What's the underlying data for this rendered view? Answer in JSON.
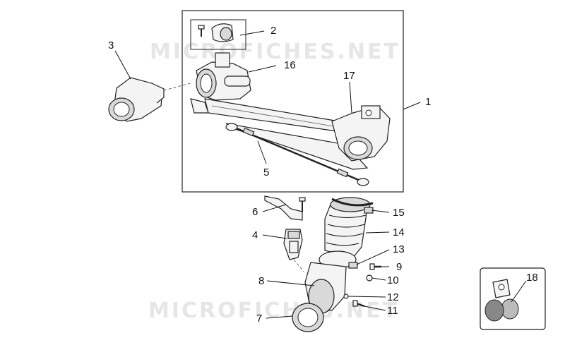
{
  "watermark": "MICROFICHES.NET",
  "callouts": {
    "c1": "1",
    "c2": "2",
    "c3": "3",
    "c4": "4",
    "c5": "5",
    "c6": "6",
    "c7": "7",
    "c8": "8",
    "c9": "9",
    "c10": "10",
    "c11": "11",
    "c12": "12",
    "c13": "13",
    "c14": "14",
    "c15": "15",
    "c16": "16",
    "c17": "17",
    "c18": "18"
  }
}
